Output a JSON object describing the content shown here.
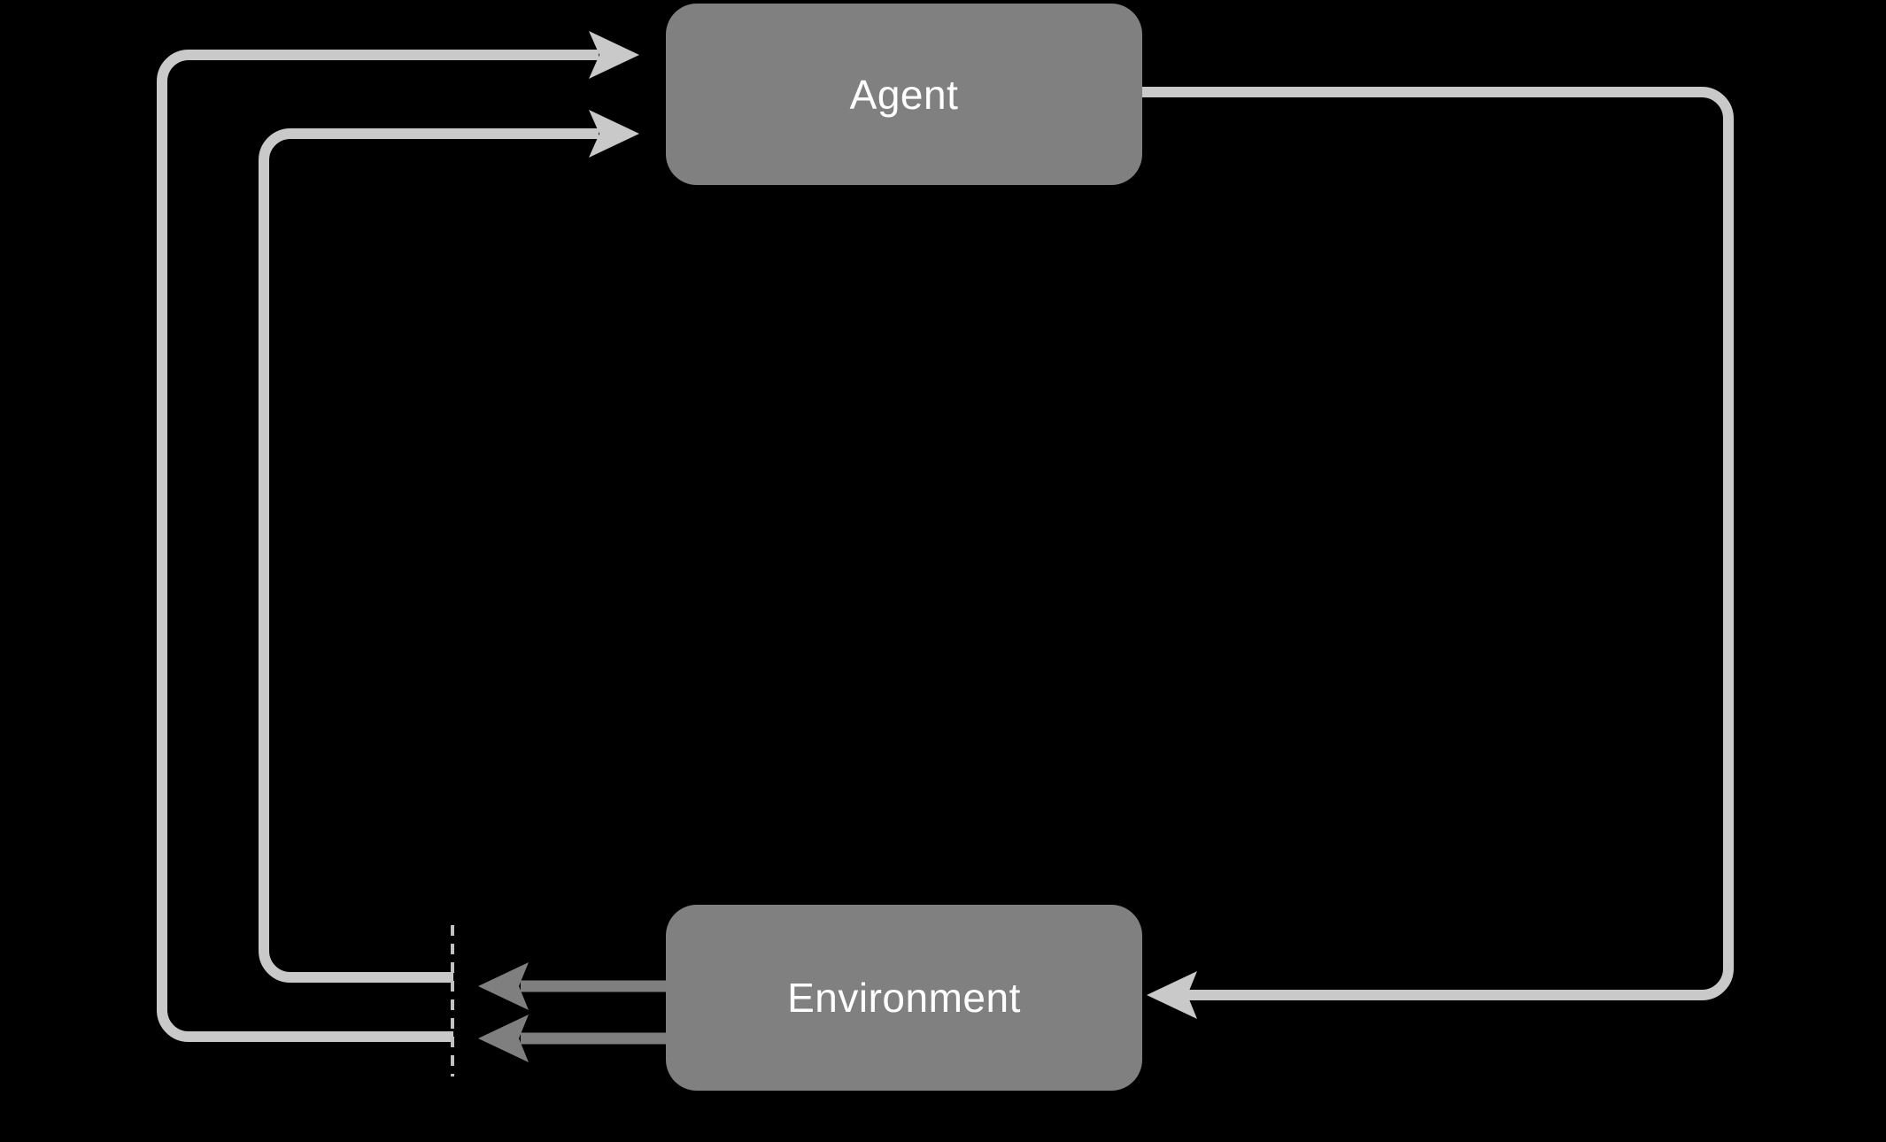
{
  "diagram": {
    "background": "#000000",
    "nodes": [
      {
        "id": "agent",
        "label": "Agent",
        "fill": "#808080",
        "text_color": "#ffffff"
      },
      {
        "id": "environment",
        "label": "Environment",
        "fill": "#808080",
        "text_color": "#ffffff"
      }
    ],
    "colors": {
      "loop_line": "#c9c9c9",
      "env_output_arrow": "#7f7f7f",
      "divider": "#c2c2c2"
    },
    "divider_style": "dashed"
  }
}
